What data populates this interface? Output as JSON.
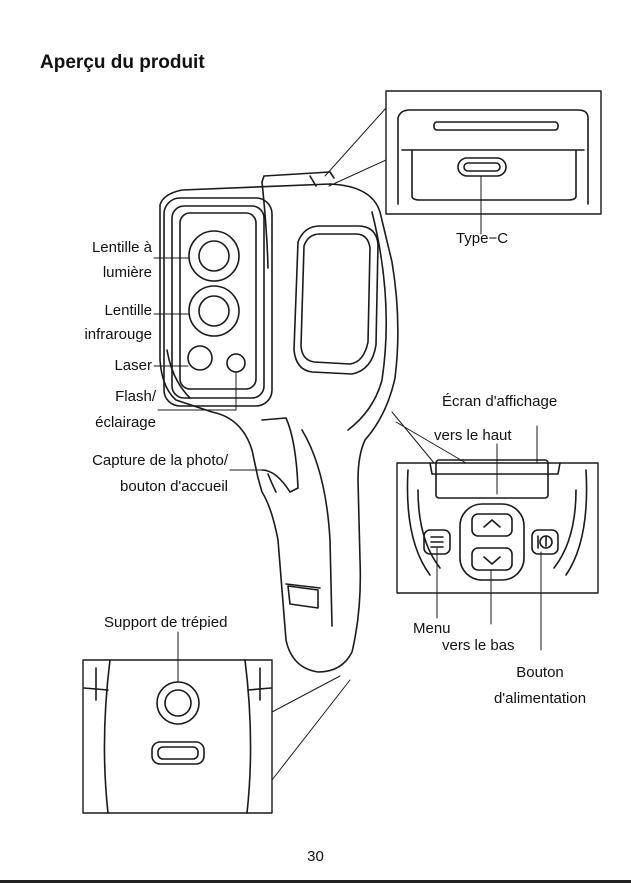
{
  "title": "Aperçu du produit",
  "labels": {
    "type_c": "Type−C",
    "lens_visible_1": "Lentille à",
    "lens_visible_2": "lumière",
    "lens_ir_1": "Lentille",
    "lens_ir_2": "infrarouge",
    "laser": "Laser",
    "flash_1": "Flash/",
    "flash_2": "éclairage",
    "capture_1": "Capture de la photo/",
    "capture_2": "bouton d'accueil",
    "screen": "Écran d'affichage",
    "up": "vers le haut",
    "tripod": "Support de trépied",
    "menu": "Menu",
    "down": "vers le bas",
    "power_1": "Bouton",
    "power_2": "d'alimentation"
  },
  "page_number": "30"
}
